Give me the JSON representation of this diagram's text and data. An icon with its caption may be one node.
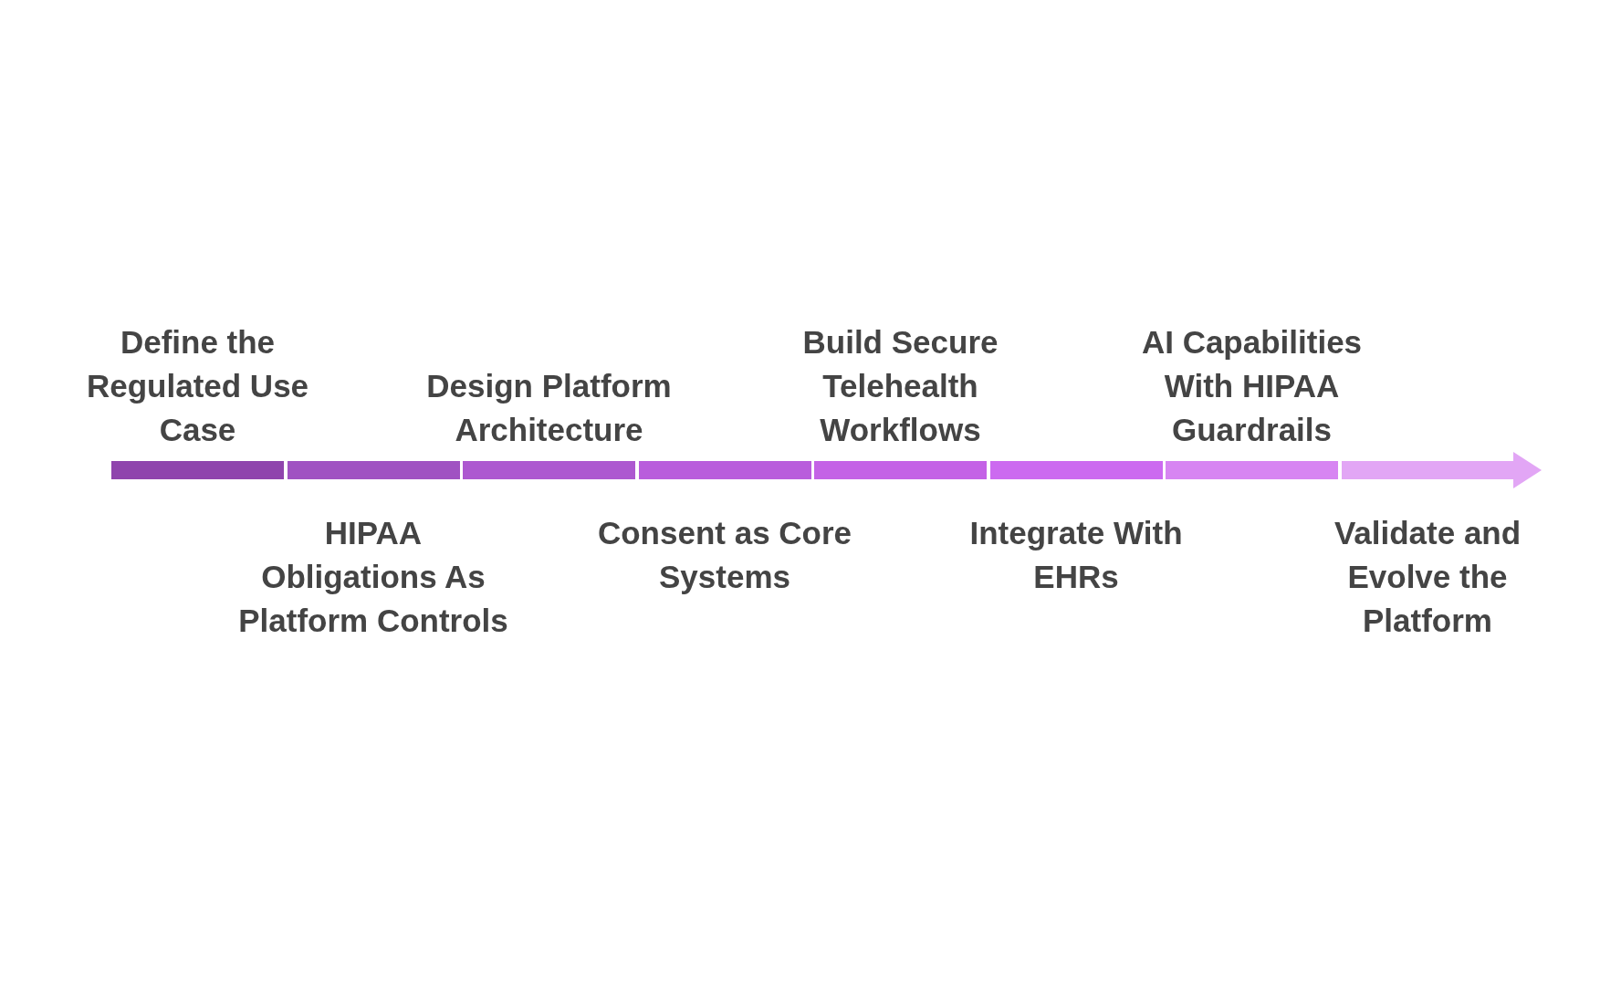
{
  "diagram": {
    "nodes": [
      {
        "text": [
          "Define the Regulated Use Case"
        ]
      },
      {
        "text": [
          "HIPAA Obligations As Platform Controls"
        ]
      },
      {
        "text": [
          "Design Platform Architecture"
        ]
      },
      {
        "text": [
          "Consent as Core Systems"
        ]
      },
      {
        "text": [
          "Build Secure Telehealth Workflows"
        ]
      },
      {
        "text": [
          "Integrate With EHRs"
        ]
      },
      {
        "text": [
          "AI Capabilities With HIPAA Guardrails"
        ]
      },
      {
        "text": [
          "Validate and Evolve the Platform"
        ]
      }
    ],
    "edges": []
  }
}
